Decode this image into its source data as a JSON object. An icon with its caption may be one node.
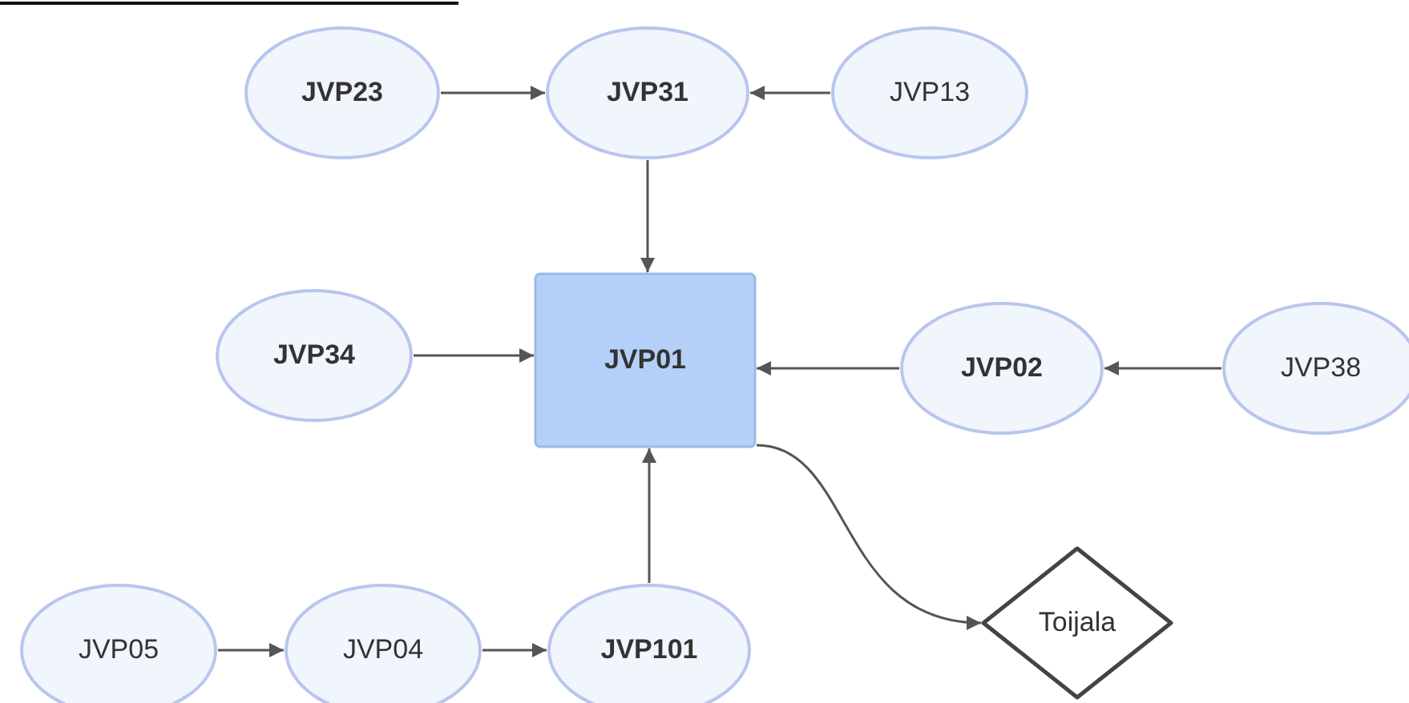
{
  "diagram": {
    "nodes": [
      {
        "text": [
          "JVP23"
        ]
      },
      {
        "text": [
          "JVP31"
        ]
      },
      {
        "text": [
          "JVP13"
        ]
      },
      {
        "text": [
          "JVP34"
        ]
      },
      {
        "text": [
          "JVP01"
        ]
      },
      {
        "text": [
          "JVP02"
        ]
      },
      {
        "text": [
          "JVP38"
        ]
      },
      {
        "text": [
          "JVP05"
        ]
      },
      {
        "text": [
          "JVP04"
        ]
      },
      {
        "text": [
          "JVP101"
        ]
      },
      {
        "text": [
          "Toijala"
        ]
      }
    ],
    "edges": [
      {
        "from": 0,
        "to": 1,
        "arrow": "to"
      },
      {
        "from": 2,
        "to": 1,
        "arrow": "to"
      },
      {
        "from": 1,
        "to": 4,
        "arrow": "to"
      },
      {
        "from": 3,
        "to": 4,
        "arrow": "to"
      },
      {
        "from": 5,
        "to": 4,
        "arrow": "to"
      },
      {
        "from": 6,
        "to": 5,
        "arrow": "to"
      },
      {
        "from": 7,
        "to": 8,
        "arrow": "to"
      },
      {
        "from": 8,
        "to": 9,
        "arrow": "to"
      },
      {
        "from": 9,
        "to": 4,
        "arrow": "to"
      },
      {
        "from": 4,
        "to": 10,
        "arrow": "to"
      }
    ]
  }
}
